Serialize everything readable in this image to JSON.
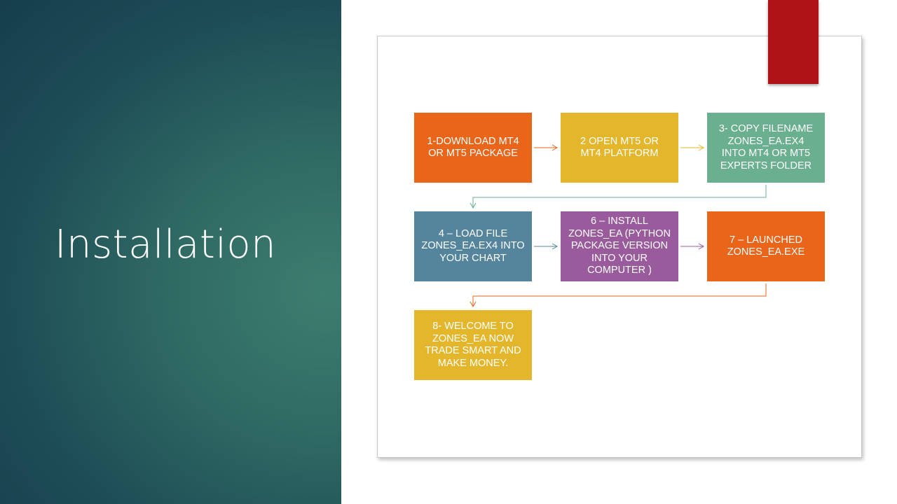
{
  "slide": {
    "title": "Installation"
  },
  "colors": {
    "left_panel_dark": "#163e4d",
    "left_panel_light": "#3d7d6f",
    "bookmark": "#ae1417"
  },
  "steps": [
    {
      "label": "1-DOWNLOAD MT4\nOR MT5 PACKAGE",
      "color": "#e8651a"
    },
    {
      "label": "2 OPEN MT5 OR\nMT4 PLATFORM",
      "color": "#e4b62b"
    },
    {
      "label": "3- COPY  FILENAME\nZONES_EA.EX4\nINTO  MT4 OR MT5\nEXPERTS FOLDER",
      "color": "#6aaf8f"
    },
    {
      "label": "4 – LOAD  FILE\nZONES_EA.EX4 INTO\nYOUR CHART",
      "color": "#55859d"
    },
    {
      "label": "6 – INSTALL\nZONES_EA (PYTHON\nPACKAGE VERSION\nINTO YOUR\nCOMPUTER )",
      "color": "#9a5b9d"
    },
    {
      "label": "7 – LAUNCHED\nZONES_EA.EXE",
      "color": "#e8651a"
    },
    {
      "label": "8- WELCOME TO\nZONES_EA NOW\nTRADE SMART AND\nMAKE MONEY.",
      "color": "#e4b62b"
    }
  ],
  "connector_colors": [
    "#e8651a",
    "#e4b62b",
    "#6aaf8f",
    "#55859d",
    "#9a5b9d",
    "#e8651a"
  ]
}
